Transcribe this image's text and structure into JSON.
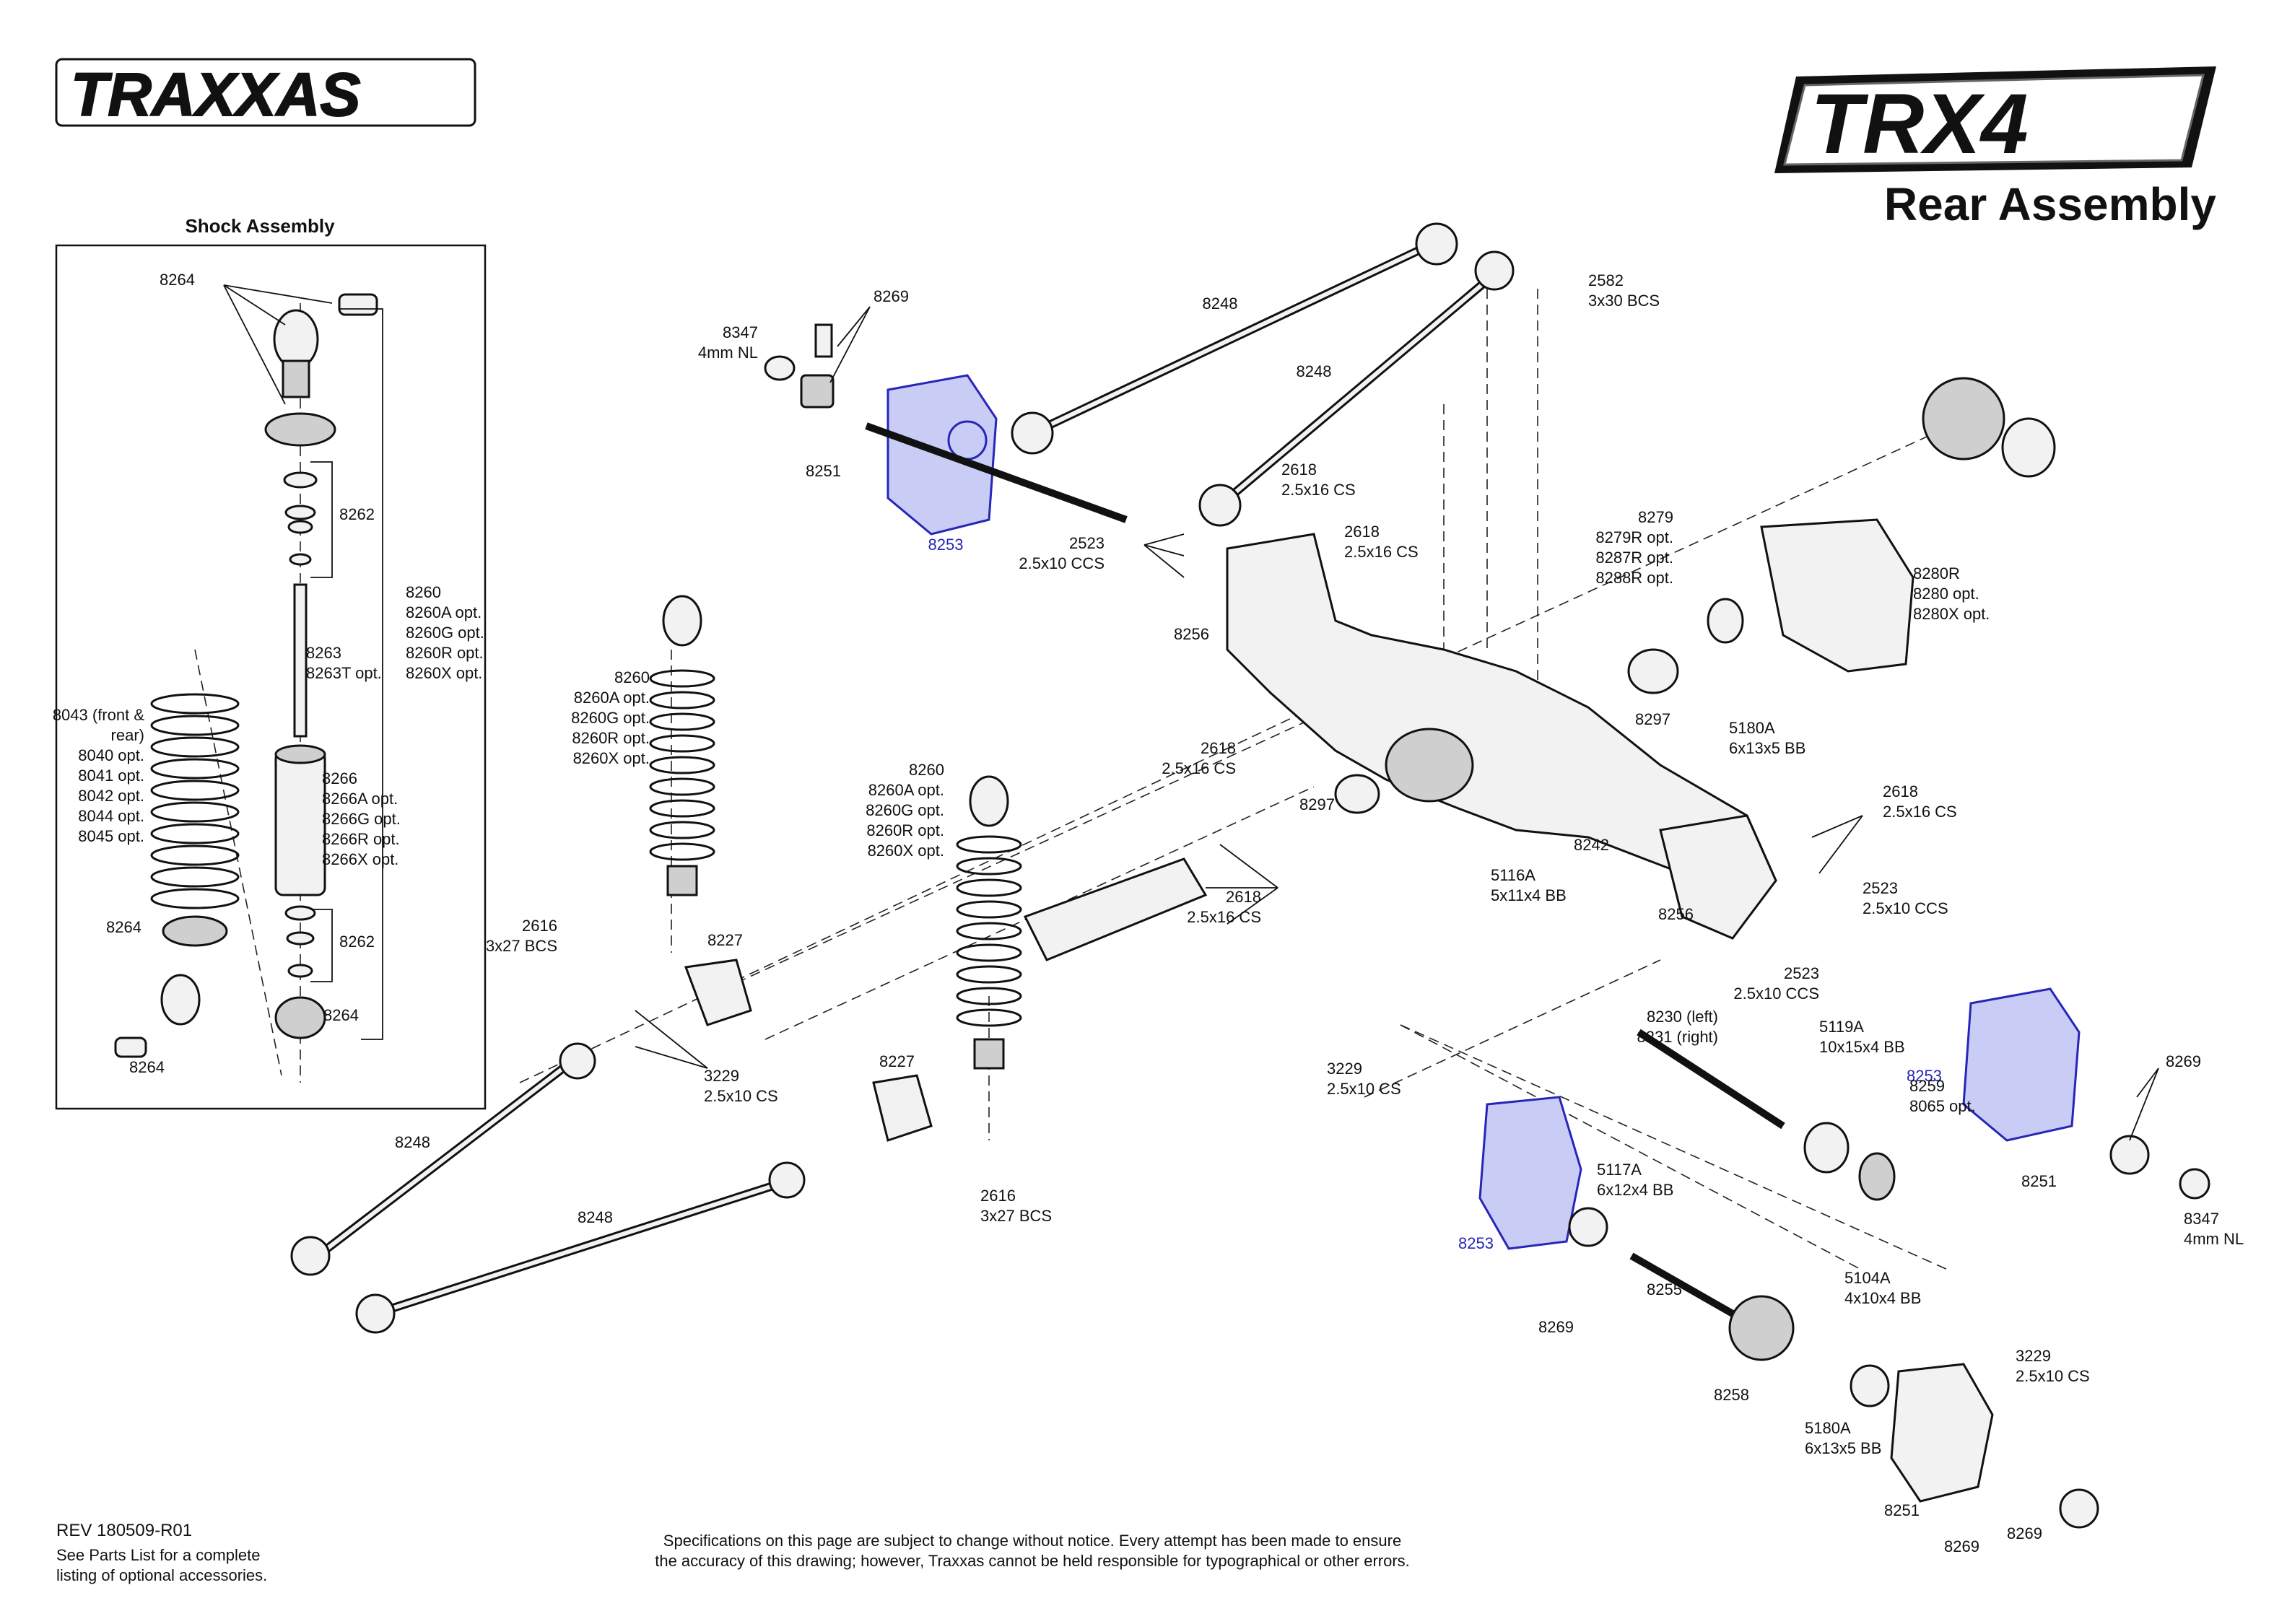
{
  "brand": {
    "traxxas_logo": "TRAXXAS",
    "model_logo": "TRX4"
  },
  "page_title": "Rear Assembly",
  "shock_box": {
    "title": "Shock Assembly",
    "labels": [
      {
        "id": "s1",
        "lines": [
          "8264"
        ]
      },
      {
        "id": "s2",
        "lines": [
          "8262"
        ]
      },
      {
        "id": "s3",
        "lines": [
          "8260",
          "8260A opt.",
          "8260G opt.",
          "8260R opt.",
          "8260X opt."
        ]
      },
      {
        "id": "s4",
        "lines": [
          "8263",
          "8263T opt."
        ]
      },
      {
        "id": "s5",
        "lines": [
          "8043 (front &",
          "rear)",
          "8040 opt.",
          "8041 opt.",
          "8042 opt.",
          "8044 opt.",
          "8045 opt."
        ]
      },
      {
        "id": "s6",
        "lines": [
          "8266",
          "8266A opt.",
          "8266G opt.",
          "8266R opt.",
          "8266X opt."
        ]
      },
      {
        "id": "s7",
        "lines": [
          "8264"
        ]
      },
      {
        "id": "s8",
        "lines": [
          "8262"
        ]
      },
      {
        "id": "s9",
        "lines": [
          "8264"
        ]
      },
      {
        "id": "s10",
        "lines": [
          "8264"
        ]
      }
    ]
  },
  "labels": [
    {
      "id": "l1",
      "lines": [
        "8269"
      ]
    },
    {
      "id": "l2",
      "lines": [
        "8347",
        "4mm NL"
      ]
    },
    {
      "id": "l3",
      "lines": [
        "8251"
      ]
    },
    {
      "id": "l4",
      "lines": [
        "8253"
      ],
      "blue": true
    },
    {
      "id": "l5",
      "lines": [
        "8248"
      ]
    },
    {
      "id": "l6",
      "lines": [
        "8248"
      ]
    },
    {
      "id": "l7",
      "lines": [
        "2582",
        "3x30 BCS"
      ]
    },
    {
      "id": "l8",
      "lines": [
        "2618",
        "2.5x16 CS"
      ]
    },
    {
      "id": "l9",
      "lines": [
        "2618",
        "2.5x16 CS"
      ]
    },
    {
      "id": "l10",
      "lines": [
        "2523",
        "2.5x10 CCS"
      ]
    },
    {
      "id": "l11",
      "lines": [
        "8256"
      ]
    },
    {
      "id": "l12",
      "lines": [
        "8279",
        "8279R opt.",
        "8287R opt.",
        "8288R opt."
      ]
    },
    {
      "id": "l13",
      "lines": [
        "8280R",
        "8280 opt.",
        "8280X opt."
      ]
    },
    {
      "id": "l14",
      "lines": [
        "8297"
      ]
    },
    {
      "id": "l15",
      "lines": [
        "5180A",
        "6x13x5 BB"
      ]
    },
    {
      "id": "l16",
      "lines": [
        "8260",
        "8260A opt.",
        "8260G opt.",
        "8260R opt.",
        "8260X opt."
      ]
    },
    {
      "id": "l17",
      "lines": [
        "2618",
        "2.5x16 CS"
      ]
    },
    {
      "id": "l18",
      "lines": [
        "8297"
      ]
    },
    {
      "id": "l19",
      "lines": [
        "8260",
        "8260A opt.",
        "8260G opt.",
        "8260R opt.",
        "8260X opt."
      ]
    },
    {
      "id": "l20",
      "lines": [
        "2618",
        "2.5x16 CS"
      ]
    },
    {
      "id": "l21",
      "lines": [
        "5116A",
        "5x11x4 BB"
      ]
    },
    {
      "id": "l22",
      "lines": [
        "8242"
      ]
    },
    {
      "id": "l23",
      "lines": [
        "2618",
        "2.5x16 CS"
      ]
    },
    {
      "id": "l24",
      "lines": [
        "2523",
        "2.5x10 CCS"
      ]
    },
    {
      "id": "l25",
      "lines": [
        "8256"
      ]
    },
    {
      "id": "l26",
      "lines": [
        "2523",
        "2.5x10 CCS"
      ]
    },
    {
      "id": "l27",
      "lines": [
        "2616",
        "3x27 BCS"
      ]
    },
    {
      "id": "l28",
      "lines": [
        "8227"
      ]
    },
    {
      "id": "l29",
      "lines": [
        "3229",
        "2.5x10 CS"
      ]
    },
    {
      "id": "l30",
      "lines": [
        "8227"
      ]
    },
    {
      "id": "l31",
      "lines": [
        "8248"
      ]
    },
    {
      "id": "l32",
      "lines": [
        "8248"
      ]
    },
    {
      "id": "l33",
      "lines": [
        "2616",
        "3x27 BCS"
      ]
    },
    {
      "id": "l34",
      "lines": [
        "8230 (left)",
        "8231 (right)"
      ]
    },
    {
      "id": "l35",
      "lines": [
        "5119A",
        "10x15x4 BB"
      ]
    },
    {
      "id": "l36",
      "lines": [
        "8253"
      ],
      "blue": true
    },
    {
      "id": "l37",
      "lines": [
        "8269"
      ]
    },
    {
      "id": "l38",
      "lines": [
        "3229",
        "2.5x10 CS"
      ]
    },
    {
      "id": "l39",
      "lines": [
        "5117A",
        "6x12x4 BB"
      ]
    },
    {
      "id": "l40",
      "lines": [
        "8259",
        "8065 opt."
      ]
    },
    {
      "id": "l41",
      "lines": [
        "8251"
      ]
    },
    {
      "id": "l42",
      "lines": [
        "8347",
        "4mm NL"
      ]
    },
    {
      "id": "l43",
      "lines": [
        "8253"
      ],
      "blue": true
    },
    {
      "id": "l44",
      "lines": [
        "8255"
      ]
    },
    {
      "id": "l45",
      "lines": [
        "8269"
      ]
    },
    {
      "id": "l46",
      "lines": [
        "5104A",
        "4x10x4 BB"
      ]
    },
    {
      "id": "l47",
      "lines": [
        "8258"
      ]
    },
    {
      "id": "l48",
      "lines": [
        "3229",
        "2.5x10 CS"
      ]
    },
    {
      "id": "l49",
      "lines": [
        "5180A",
        "6x13x5 BB"
      ]
    },
    {
      "id": "l50",
      "lines": [
        "8251"
      ]
    },
    {
      "id": "l51",
      "lines": [
        "8269"
      ]
    },
    {
      "id": "l52",
      "lines": [
        "8269"
      ]
    }
  ],
  "footer": {
    "rev": "REV 180509-R01",
    "parts_note": [
      "See Parts List for a complete",
      "listing of optional accessories."
    ],
    "disclaimer": [
      "Specifications on this page are subject to change without notice.  Every attempt has been made to ensure",
      "the accuracy of this drawing; however, Traxxas cannot be held responsible for typographical or other errors."
    ]
  }
}
